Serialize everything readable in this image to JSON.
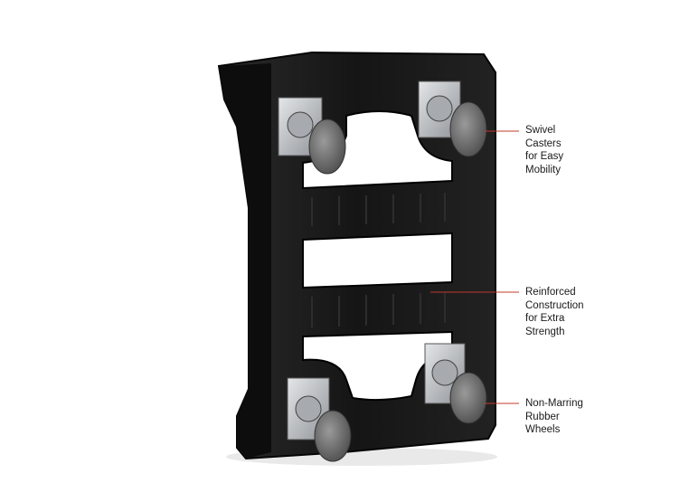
{
  "product": {
    "description": "Black plastic dolly frame with four swivel casters",
    "colors": {
      "frame": "#111111",
      "caster_plate": "#b9bcc0",
      "wheel": "#6e6e6e",
      "callout_line": "#c0392b"
    }
  },
  "callouts": [
    {
      "lines": [
        "Swivel",
        "Casters",
        "for Easy",
        "Mobility"
      ]
    },
    {
      "lines": [
        "Reinforced",
        "Construction",
        "for Extra",
        "Strength"
      ]
    },
    {
      "lines": [
        "Non-Marring",
        "Rubber",
        "Wheels"
      ]
    }
  ]
}
